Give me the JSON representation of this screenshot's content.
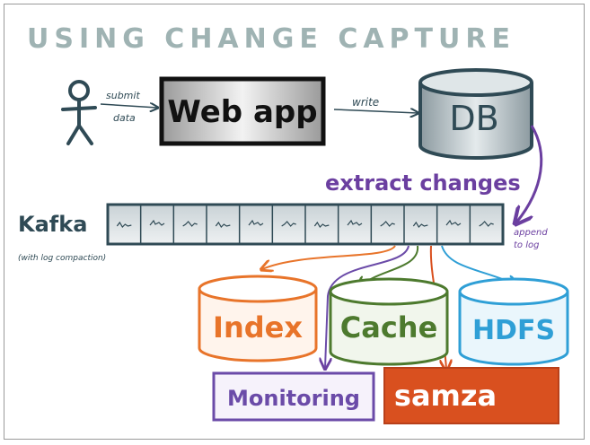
{
  "title": "USING CHANGE CAPTURE",
  "user": {
    "arrow_label_line1": "submit",
    "arrow_label_line2": "data"
  },
  "webapp": {
    "label": "Web app"
  },
  "write_label": "write",
  "db": {
    "label": "DB"
  },
  "extract_label": "extract changes",
  "append_label_line1": "append",
  "append_label_line2": "to log",
  "kafka": {
    "label": "Kafka",
    "sublabel": "(with log compaction)",
    "segment_count": 12
  },
  "consumers": {
    "index": "Index",
    "cache": "Cache",
    "hdfs": "HDFS",
    "monitoring": "Monitoring",
    "samza": "samza"
  },
  "colors": {
    "title": "#9fb3b3",
    "ink": "#2f4a55",
    "purple": "#6b3fa0",
    "index": "#e8742a",
    "cache": "#4d7a2e",
    "hdfs": "#2f9fd6",
    "monitoring": "#6b4ba8",
    "samza": "#d9501f"
  }
}
